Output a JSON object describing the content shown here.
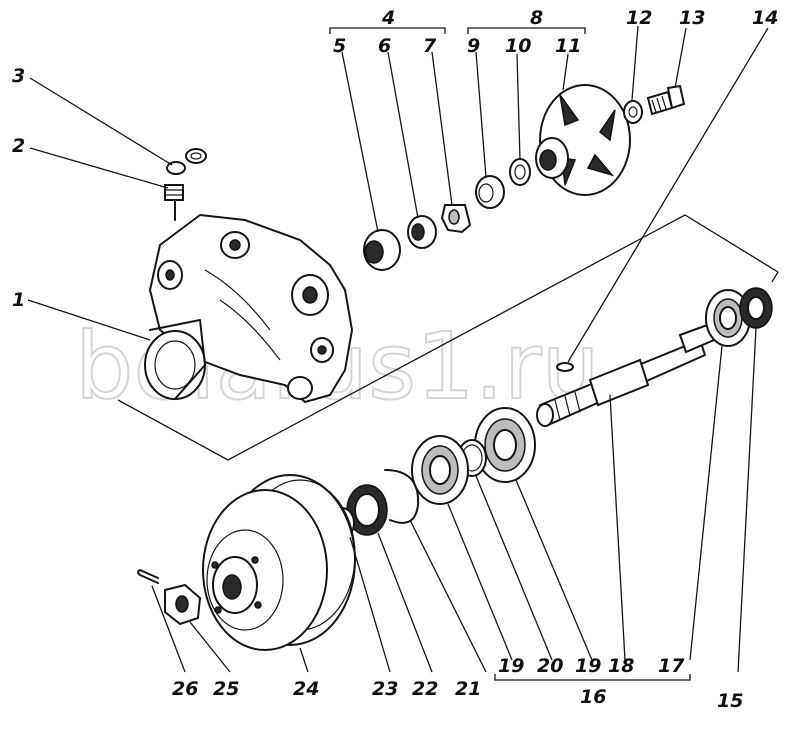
{
  "watermark": "belarus1.ru",
  "labels": {
    "1": "1",
    "2": "2",
    "3": "3",
    "4": "4",
    "5": "5",
    "6": "6",
    "7": "7",
    "8": "8",
    "9": "9",
    "10": "10",
    "11": "11",
    "12": "12",
    "13": "13",
    "14": "14",
    "15": "15",
    "16": "16",
    "17": "17",
    "18": "18",
    "19a": "19",
    "19b": "19",
    "20": "20",
    "21": "21",
    "22": "22",
    "23": "23",
    "24": "24",
    "25": "25",
    "26": "26"
  }
}
